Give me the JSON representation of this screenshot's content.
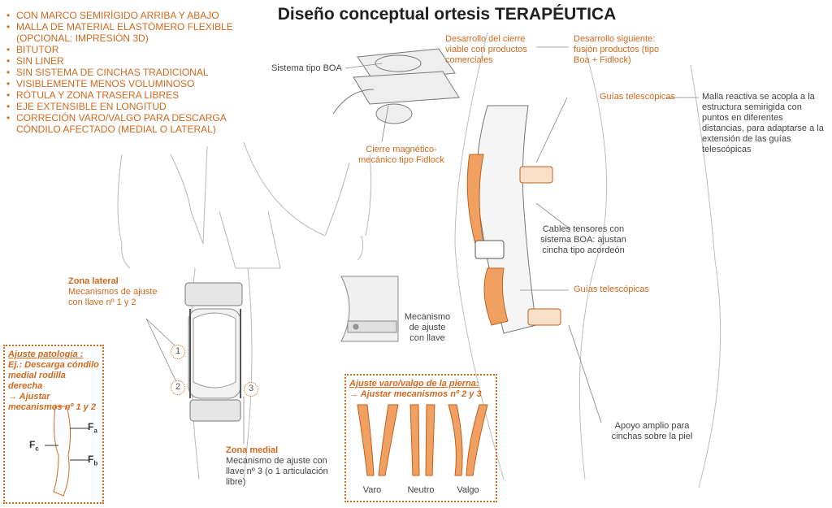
{
  "title": "Diseño conceptual ortesis TERAPÉUTICA",
  "features": [
    "CON MARCO SEMIRÍGIDO ARRIBA Y ABAJO",
    "MALLA DE MATERIAL ELASTÓMERO FLEXIBLE (OPCIONAL: IMPRESIÓN 3D)",
    "BITUTOR",
    "SIN LINER",
    "SIN SISTEMA DE CINCHAS TRADICIONAL",
    "VISIBLEMENTE MENOS VOLUMINOSO",
    "RÓTULA Y ZONA TRASERA LIBRES",
    "EJE EXTENSIBLE EN LONGITUD",
    "CORRECIÓN VARO/VALGO PARA DESCARGA CÓNDILO AFECTADO (MEDIAL O LATERAL)"
  ],
  "labels": {
    "boa": "Sistema tipo BOA",
    "cierre_desarrollo": "Desarrollo del cierre viable con productos comerciales",
    "desarrollo_siguiente": "Desarrollo siguiente: fusión productos (tipo Boa + Fidlock)",
    "fidlock": "Cierre magnético-mecánico tipo Fidlock",
    "guias_top": "Guías telescópicas",
    "malla": "Malla reactiva se acopla a la estructura semirigida con puntos en diferentes distancias, para adaptarse a la extensión de las guías telescópicas",
    "cables": "Cables tensores con sistema BOA: ajustan cincha tipo acordeón",
    "guias_bottom": "Guías telescópicas",
    "mecanismo": "Mecanismo de ajuste con llave",
    "apoyo": "Apoyo amplio para cinchas sobre la piel"
  },
  "lateral": {
    "heading": "Zona lateral",
    "text": "Mecanismos de ajuste con llave nº 1 y 2"
  },
  "medial": {
    "heading": "Zona medial",
    "text": "Mecanismo de ajuste con llave nº 3 (o 1 articulación libre)"
  },
  "mechanism_numbers": [
    "1",
    "2",
    "3"
  ],
  "pathology_box": {
    "title": "Ajuste patología :",
    "line1": "Ej.: Descarga cóndilo medial rodilla derecha",
    "line2": "→ Ajustar mecanismos nº 1 y 2",
    "forces": {
      "fa": "F",
      "fa_sub": "a",
      "fb": "F",
      "fb_sub": "b",
      "fc": "F",
      "fc_sub": "c"
    }
  },
  "varus_box": {
    "title": "Ajuste varo/valgo de la pierna:",
    "line": "→ Ajustar mecanismos nº 2 y 3",
    "legs": [
      "Varo",
      "Neutro",
      "Valgo"
    ]
  },
  "colors": {
    "accent": "#d2691e",
    "leg": "#f0a060",
    "text": "#3a3a3a"
  }
}
